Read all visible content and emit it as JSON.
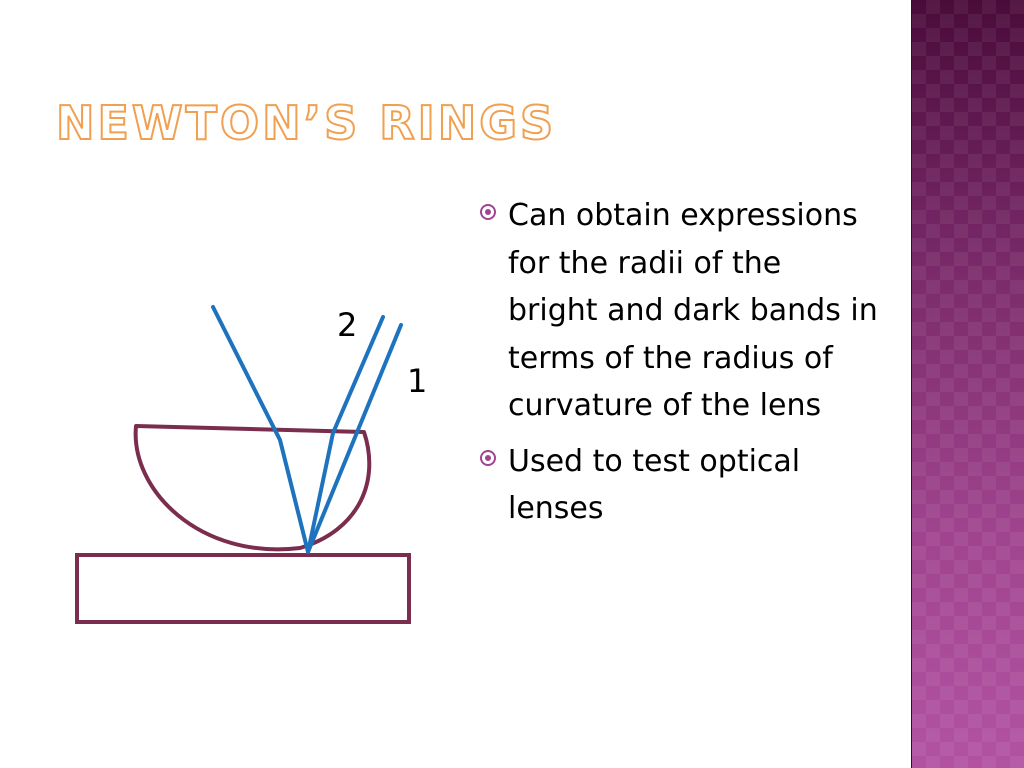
{
  "slide": {
    "title": "NEWTON’S RINGS",
    "bullets": [
      {
        "text": "Can obtain expressions for the radii of the bright and dark bands in terms of the radius of curvature of the lens"
      },
      {
        "text": "Used to test optical lenses"
      }
    ]
  },
  "diagram": {
    "ray_labels": [
      "2",
      "1"
    ],
    "colors": {
      "outline": "#7b2d4e",
      "ray": "#1e73be"
    }
  },
  "theme": {
    "accent": "#a0448f",
    "title_outline": "#f0a050",
    "side_band_top": "#4a0b3a",
    "side_band_bottom": "#b253a2"
  }
}
